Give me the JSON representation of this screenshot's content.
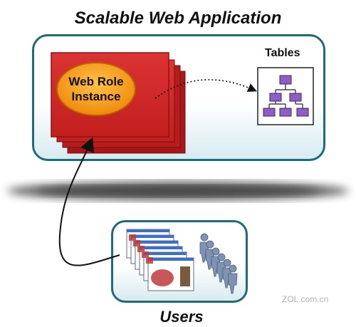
{
  "title": "Scalable Web Application",
  "tables_label": "Tables",
  "web_role_label_line1": "Web Role",
  "web_role_label_line2": "Instance",
  "users_label": "Users",
  "watermark": "ZOL.com.cn",
  "colors": {
    "box_border": "#1e6b7a",
    "role_card": "#d62b2b",
    "role_ellipse": "#f59a12",
    "tables_nodes": "#8e5ec7",
    "people": "#7f93b0"
  },
  "icons": [
    "tables-hierarchy-icon",
    "browser-windows-icon",
    "people-crowd-icon"
  ]
}
